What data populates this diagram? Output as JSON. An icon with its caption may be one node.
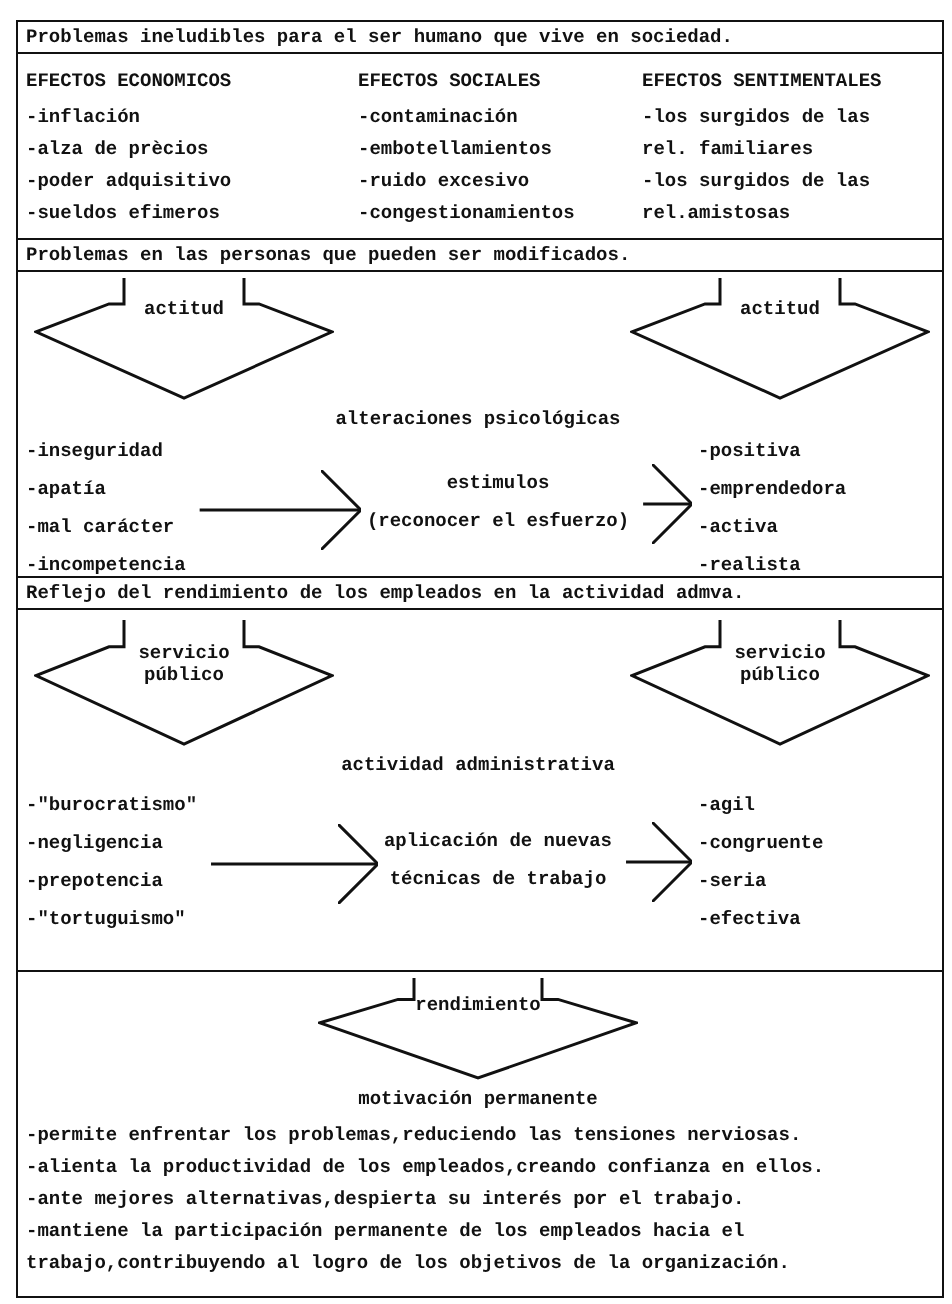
{
  "diagram": {
    "nodes": [
      {
        "text": [
          "Problemas ineludibles para el ser humano que vive en sociedad."
        ]
      },
      {
        "text": [
          "Problemas en las personas que pueden ser modificados."
        ]
      },
      {
        "text": [
          "actitud"
        ],
        "in": 1
      },
      {
        "text": [
          "actitud"
        ],
        "in": 1
      },
      {
        "text": [
          "-inseguridad",
          "-apatía",
          "-mal carácter",
          "-incompetencia"
        ],
        "in": 1
      },
      {
        "text": [
          "estimulos",
          "(reconocer el esfuerzo)"
        ],
        "in": 1
      },
      {
        "text": [
          "-positiva",
          "-emprendedora",
          "-activa",
          "-realista"
        ],
        "in": 1
      },
      {
        "text": [
          "Reflejo del rendimiento de los empleados en la actividad admva."
        ]
      },
      {
        "text": [
          "servicio público"
        ],
        "in": 7
      },
      {
        "text": [
          "servicio público"
        ],
        "in": 7
      },
      {
        "text": [
          "-\"burocratismo\"",
          "-negligencia",
          "-prepotencia",
          "-\"tortuguismo\""
        ],
        "in": 7
      },
      {
        "text": [
          "aplicación de nuevas técnicas de trabajo"
        ],
        "in": 7
      },
      {
        "text": [
          "-agil",
          "-congruente",
          "-seria",
          "-efectiva"
        ],
        "in": 7
      },
      {
        "text": [],
        "shape": "box"
      },
      {
        "text": [
          "rendimiento"
        ],
        "in": 13
      }
    ],
    "edges": [
      {
        "from": 4,
        "to": 5,
        "arrow": "to"
      },
      {
        "from": 5,
        "to": 6,
        "arrow": "to"
      },
      {
        "from": 10,
        "to": 11,
        "arrow": "to"
      },
      {
        "from": 11,
        "to": 12,
        "arrow": "to"
      }
    ],
    "labels": [
      "EFECTOS ECONOMICOS",
      "EFECTOS SOCIALES",
      "EFECTOS SENTIMENTALES",
      "-inflación",
      "-contaminación",
      "-los surgidos de las rel. familiares",
      "-alza de prècios",
      "-embotellamientos",
      "-poder adquisitivo",
      "-ruido excesivo",
      "-los surgidos de las rel.amistosas",
      "-sueldos efimeros",
      "-congestionamientos",
      "alteraciones psicológicas",
      "actividad administrativa",
      "motivación permanente",
      "-permite enfrentar los problemas,reduciendo las tensiones nerviosas.",
      "-alienta la productividad de los empleados,creando confianza en ellos.",
      "-ante mejores alternativas,despierta su interés por el trabajo.",
      "-mantiene la participación permanente de los empleados hacia el trabajo,contribuyendo al logro de los objetivos de la organización."
    ]
  }
}
